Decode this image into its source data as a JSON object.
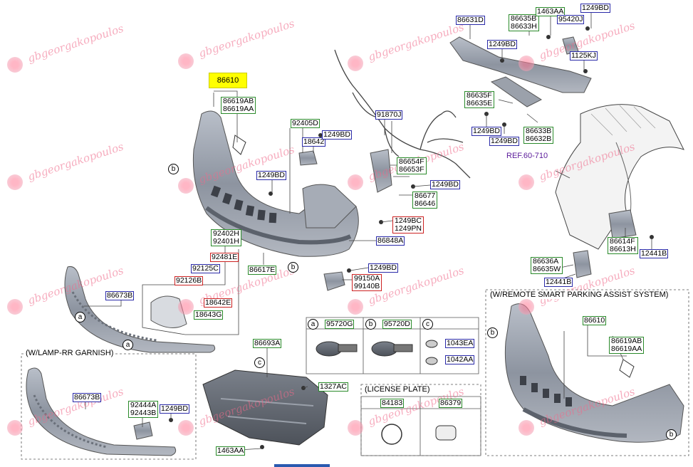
{
  "watermark": "gbgeorgakopoulos",
  "highlighted_part": "86610",
  "ref_label": "REF.60-710",
  "sections": {
    "lamp_garnish": "(W/LAMP-RR GARNISH)",
    "license_plate": "(LICENSE PLATE)",
    "remote_parking": "(W/REMOTE SMART PARKING ASSIST SYSTEM)"
  },
  "callouts": {
    "a": "a",
    "b": "b",
    "c": "c"
  },
  "parts": {
    "p86619": [
      "86619AB",
      "86619AA"
    ],
    "p92405D": "92405D",
    "p18642": "18642",
    "p1249BD_a": "1249BD",
    "p1249BD_b": "1249BD",
    "p1249BD_c": "1249BD",
    "p1249BD_d": "1249BD",
    "p1249BD_e": "1249BD",
    "p1249BD_f": "1249BD",
    "p1249BD_g": "1249BD",
    "p1249BD_h": "1249BD",
    "p1249BD_i": "1249BD",
    "p91870J": "91870J",
    "p86631D": "86631D",
    "p86635B": [
      "86635B",
      "86633H"
    ],
    "p1463AA_top": "1463AA",
    "p95420J": "95420J",
    "p1125KJ": "1125KJ",
    "p86635F": [
      "86635F",
      "86635E"
    ],
    "p86633B": [
      "86633B",
      "86632B"
    ],
    "p86654F": [
      "86654F",
      "86653F"
    ],
    "p86677": [
      "86677",
      "86646"
    ],
    "p1249BC": [
      "1249BC",
      "1249PN"
    ],
    "p86848A": "86848A",
    "p92402H": [
      "92402H",
      "92401H"
    ],
    "p92481E": "92481E",
    "p92125C": "92125C",
    "p92126B": "92126B",
    "p18642E": "18642E",
    "p18643G": "18643G",
    "p86617E": "86617E",
    "p99150A": [
      "99150A",
      "99140B"
    ],
    "p86673B_top": "86673B",
    "p86673B_bot": "86673B",
    "p92444A": [
      "92444A",
      "92443B"
    ],
    "p86693A": "86693A",
    "p1327AC": "1327AC",
    "p1463AA_bot": "1463AA",
    "p95720G": "95720G",
    "p95720D": "95720D",
    "p1043EA": "1043EA",
    "p1042AA": "1042AA",
    "p84183": "84183",
    "p86379": "86379",
    "p86614F": [
      "86614F",
      "86613H"
    ],
    "p12441B_a": "12441B",
    "p12441B_b": "12441B",
    "p86636A": [
      "86636A",
      "86635W"
    ],
    "p86610_b": "86610",
    "p86619_b": [
      "86619AB",
      "86619AA"
    ]
  }
}
